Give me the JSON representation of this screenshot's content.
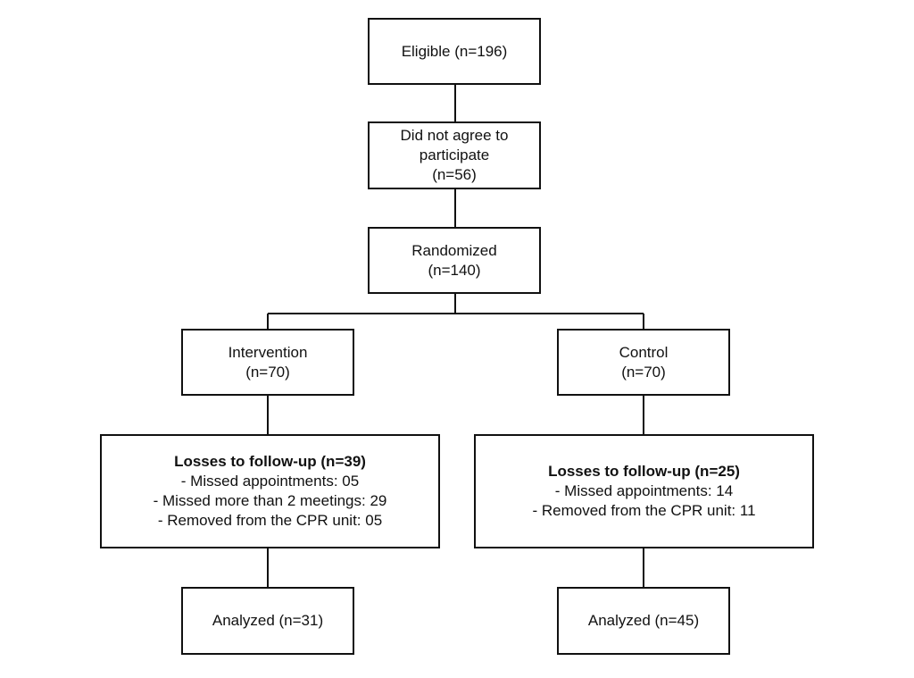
{
  "eligible": {
    "line1": "Eligible (n=196)"
  },
  "declined": {
    "line1": "Did not agree to",
    "line2": "participate",
    "line3": "(n=56)"
  },
  "randomized": {
    "line1": "Randomized",
    "line2": "(n=140)"
  },
  "intervention": {
    "arm": {
      "line1": "Intervention",
      "line2": "(n=70)"
    },
    "losses": {
      "title": "Losses to follow-up (n=39)",
      "items": [
        "- Missed appointments: 05",
        "- Missed more than 2 meetings: 29",
        "- Removed from the CPR unit: 05"
      ]
    },
    "analyzed": "Analyzed (n=31)"
  },
  "control": {
    "arm": {
      "line1": "Control",
      "line2": "(n=70)"
    },
    "losses": {
      "title": "Losses to follow-up (n=25)",
      "items": [
        "- Missed appointments: 14",
        "- Removed from the CPR unit: 11"
      ]
    },
    "analyzed": "Analyzed (n=45)"
  }
}
